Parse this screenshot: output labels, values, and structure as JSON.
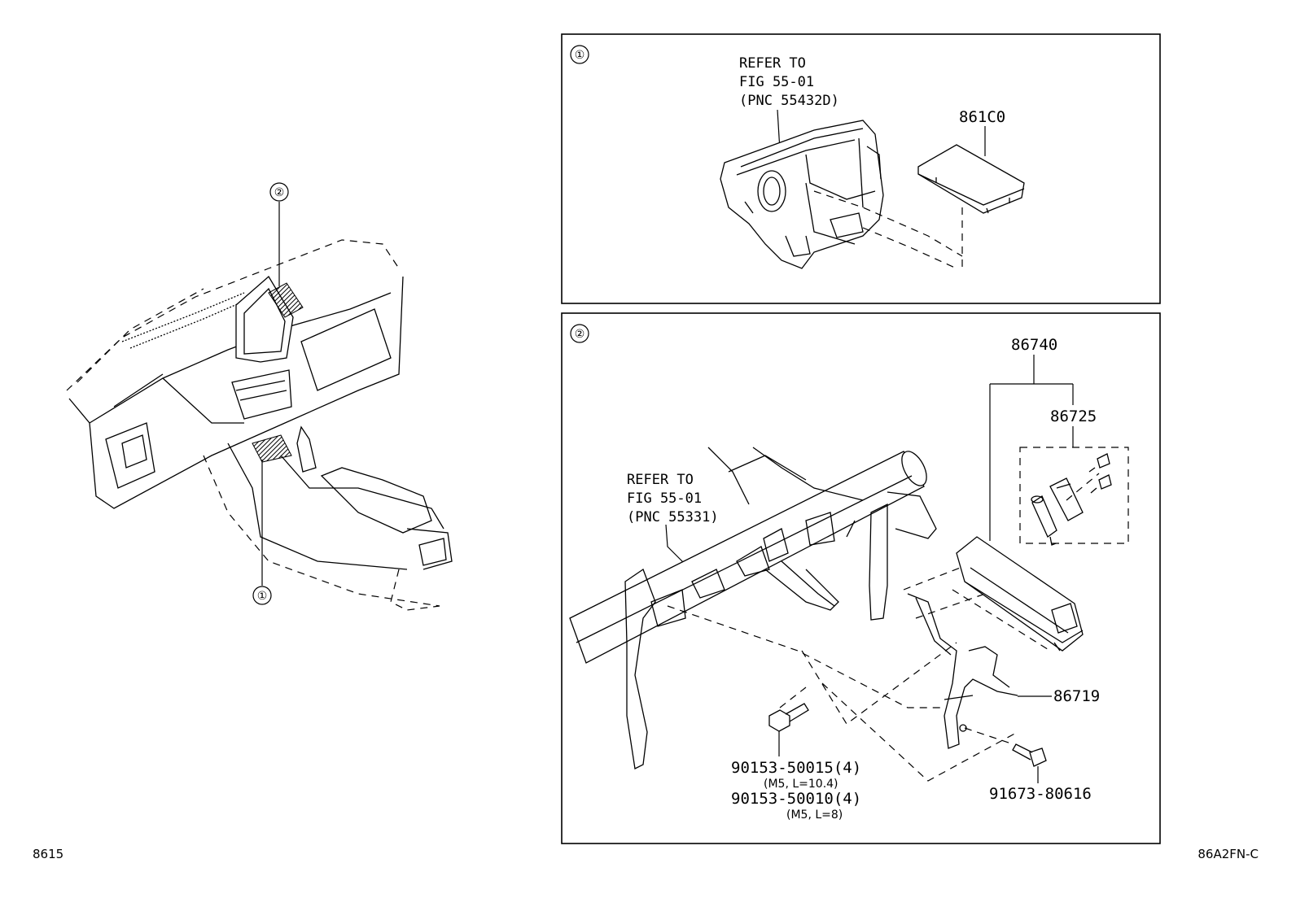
{
  "callouts": {
    "one": "①",
    "two": "②"
  },
  "panel1": {
    "marker": "①",
    "refer_line1": "REFER TO",
    "refer_line2": "FIG 55-01",
    "refer_line3": "(PNC 55432D)",
    "part_861c0": "861C0"
  },
  "panel2": {
    "marker": "②",
    "refer_line1": "REFER TO",
    "refer_line2": "FIG 55-01",
    "refer_line3": "(PNC 55331)",
    "part_86740": "86740",
    "part_86725": "86725",
    "part_86719": "86719",
    "bolt_a": "90153-50015(4)",
    "bolt_a_spec": "(M5, L=10.4)",
    "bolt_b": "90153-50010(4)",
    "bolt_b_spec": "(M5, L=8)",
    "screw": "91673-80616"
  },
  "footer": {
    "left_code": "8615",
    "right_code": "86A2FN-C"
  }
}
